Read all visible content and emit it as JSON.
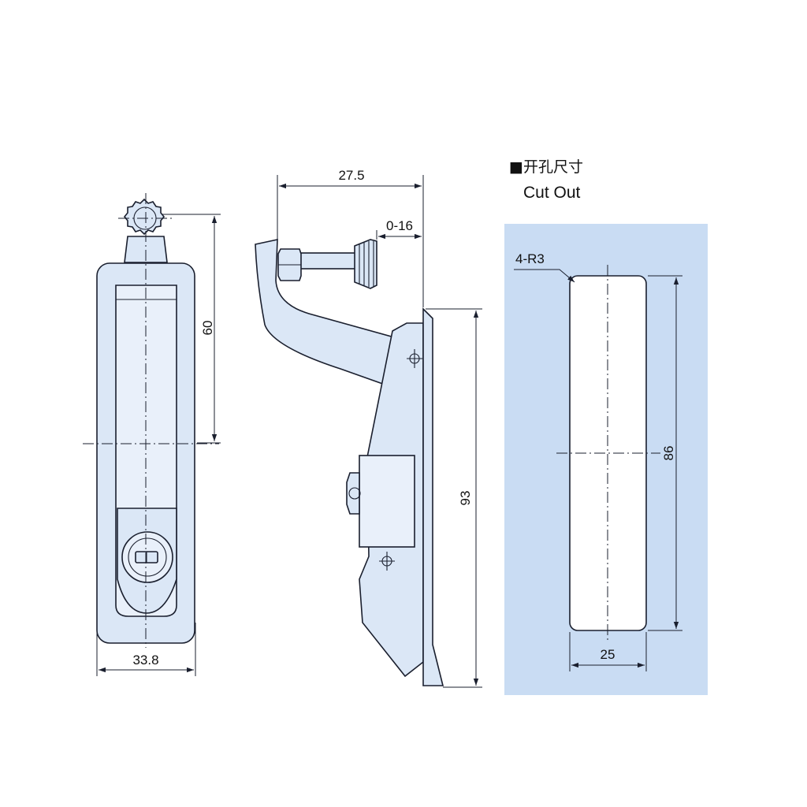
{
  "front_view": {
    "width_label": "33.8",
    "height_label": "60"
  },
  "side_view": {
    "top_label": "27.5",
    "adjust_label": "0-16",
    "height_label": "93"
  },
  "cut_out": {
    "title_cn": "■开孔尺寸",
    "title_en": "Cut Out",
    "radius_label": "4-R3",
    "height_label": "86",
    "width_label": "25",
    "panel_color": "#c9dcf3"
  }
}
